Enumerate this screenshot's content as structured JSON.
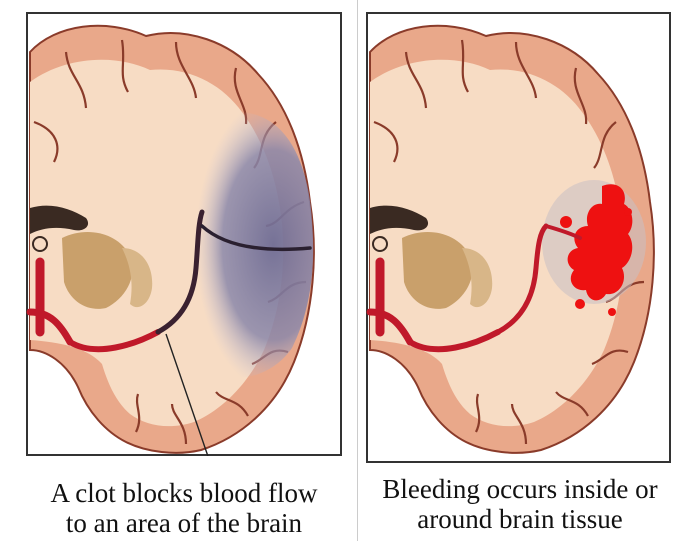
{
  "panels": [
    {
      "caption_line1": "A clot blocks blood flow",
      "caption_line2": "to an area of the brain"
    },
    {
      "caption_line1": "Bleeding occurs inside or",
      "caption_line2": "around brain tissue"
    }
  ],
  "colors": {
    "cortex": "#e9a88a",
    "white_matter": "#f7dcc4",
    "sulcus": "#6b2f25",
    "ischemia": "#7d7aa0",
    "artery": "#c0192a",
    "hemorrhage": "#ee1111",
    "deep_nuclei": "#c9a06b"
  }
}
